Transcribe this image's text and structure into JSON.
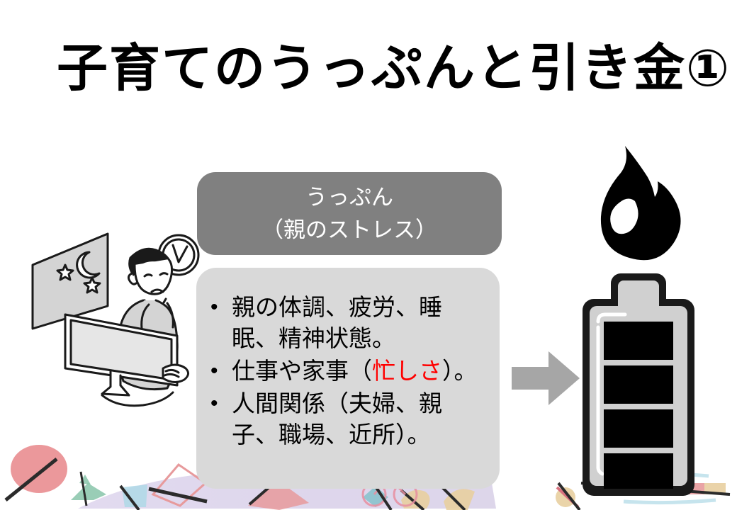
{
  "slide": {
    "title": "子育てのうっぷんと引き金①",
    "background_color": "#ffffff"
  },
  "stress_card": {
    "header": {
      "line1": "うっぷん",
      "line2": "（親のストレス）",
      "background_color": "#808080",
      "text_color": "#ffffff"
    },
    "body": {
      "background_color": "#d9d9d9",
      "bullet_glyph": "•",
      "bullets": [
        {
          "segments": [
            {
              "text": "親の体調、疲労、睡眠、精神状態。",
              "color": "#000000"
            }
          ]
        },
        {
          "segments": [
            {
              "text": "仕事や家事（",
              "color": "#000000"
            },
            {
              "text": "忙しさ",
              "color": "#ff0000"
            },
            {
              "text": "）。",
              "color": "#000000"
            }
          ]
        },
        {
          "segments": [
            {
              "text": "人間関係（夫婦、親子、職場、近所）。",
              "color": "#000000"
            }
          ]
        }
      ]
    }
  },
  "arrow": {
    "icon": "arrow-right-icon",
    "color": "#a6a6a6"
  },
  "flame": {
    "icon": "flame-icon",
    "color": "#000000"
  },
  "battery": {
    "icon": "battery-full-icon",
    "outline_color": "#1a1a1a",
    "body_color": "#d0d0d0",
    "segment_color": "#000000",
    "segments_filled": 4,
    "segments_total": 4
  },
  "illustration": {
    "name": "tired-parent-at-computer-illustration",
    "elements": [
      "window-with-moon-and-stars",
      "wall-clock",
      "person-working-late",
      "desktop-monitor"
    ],
    "line_color": "#1a1a1a",
    "fill_color": "#d4d4d4"
  },
  "decoration": {
    "name": "watercolor-toys-border",
    "items": [
      {
        "name": "pink-balloon",
        "color": "#e8868a"
      },
      {
        "name": "green-origami-crane",
        "color": "#7fc1a4"
      },
      {
        "name": "blue-cup",
        "color": "#aed8e6"
      },
      {
        "name": "pink-kite",
        "color": "#e79a9c"
      },
      {
        "name": "purple-wash",
        "color": "#9b86c4"
      },
      {
        "name": "pink-bicycle",
        "color": "#e88fa0"
      },
      {
        "name": "tan-horn",
        "color": "#e8cfa0"
      },
      {
        "name": "striped-ribbon",
        "color": "#8fbf96"
      }
    ]
  }
}
